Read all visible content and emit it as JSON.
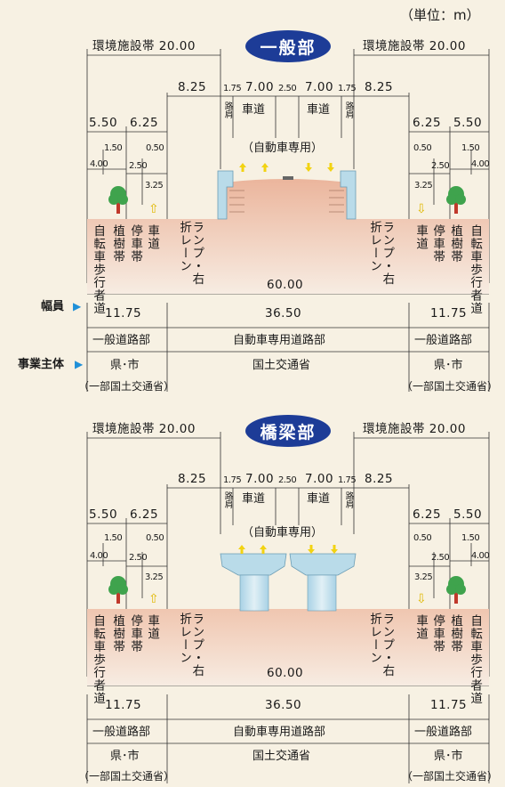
{
  "unit": "（単位：m）",
  "sections": [
    {
      "badge": "一般部",
      "env_left": "環境施設帯 20.00",
      "env_right": "環境施設帯 20.00",
      "dims_top": {
        "ramp_l": "8.25",
        "shoulder_l": "1.75",
        "road_l": "7.00",
        "median": "2.50",
        "road_r": "7.00",
        "shoulder_r": "1.75",
        "ramp_r": "8.25"
      },
      "road_label": "車道",
      "shoulder_label": "路肩",
      "auto_only": "（自動車専用）",
      "side_dims": {
        "a": "5.50",
        "b": "6.25",
        "c": "1.50",
        "d": "0.50",
        "e": "4.00",
        "f": "2.50",
        "g": "3.25"
      },
      "band_labels": {
        "bike": "自転車歩行者道",
        "plant": "植樹帯",
        "stop": "停車帯",
        "car": "車道",
        "ramp": "ランプ・右折レーン"
      },
      "total": "60.00",
      "width_label": "幅員",
      "width_l": "11.75",
      "width_c": "36.50",
      "width_r": "11.75",
      "road_type_l": "一般道路部",
      "road_type_c": "自動車専用道路部",
      "road_type_r": "一般道路部",
      "entity_label": "事業主体",
      "entity_l": "県･市",
      "entity_c": "国土交通省",
      "entity_r": "県･市",
      "entity_note_l": "（一部国土交通省）",
      "entity_note_r": "（一部国土交通省）"
    },
    {
      "badge": "橋梁部",
      "env_left": "環境施設帯 20.00",
      "env_right": "環境施設帯 20.00",
      "dims_top": {
        "ramp_l": "8.25",
        "shoulder_l": "1.75",
        "road_l": "7.00",
        "median": "2.50",
        "road_r": "7.00",
        "shoulder_r": "1.75",
        "ramp_r": "8.25"
      },
      "road_label": "車道",
      "shoulder_label": "路肩",
      "auto_only": "（自動車専用）",
      "side_dims": {
        "a": "5.50",
        "b": "6.25",
        "c": "1.50",
        "d": "0.50",
        "e": "4.00",
        "f": "2.50",
        "g": "3.25"
      },
      "band_labels": {
        "bike": "自転車歩行者道",
        "plant": "植樹帯",
        "stop": "停車帯",
        "car": "車道",
        "ramp": "ランプ・右折レーン"
      },
      "total": "60.00",
      "width_l": "11.75",
      "width_c": "36.50",
      "width_r": "11.75",
      "road_type_l": "一般道路部",
      "road_type_c": "自動車専用道路部",
      "road_type_r": "一般道路部",
      "entity_l": "県･市",
      "entity_c": "国土交通省",
      "entity_r": "県･市",
      "entity_note_l": "（一部国土交通省）",
      "entity_note_r": "（一部国土交通省）"
    }
  ],
  "colors": {
    "badge": "#1d3c97",
    "ground": "#f1c6b0",
    "structure": "#b9dbe9",
    "arrow": "#f2d312",
    "tree": "#4caf50",
    "marker": "#2090d8"
  }
}
